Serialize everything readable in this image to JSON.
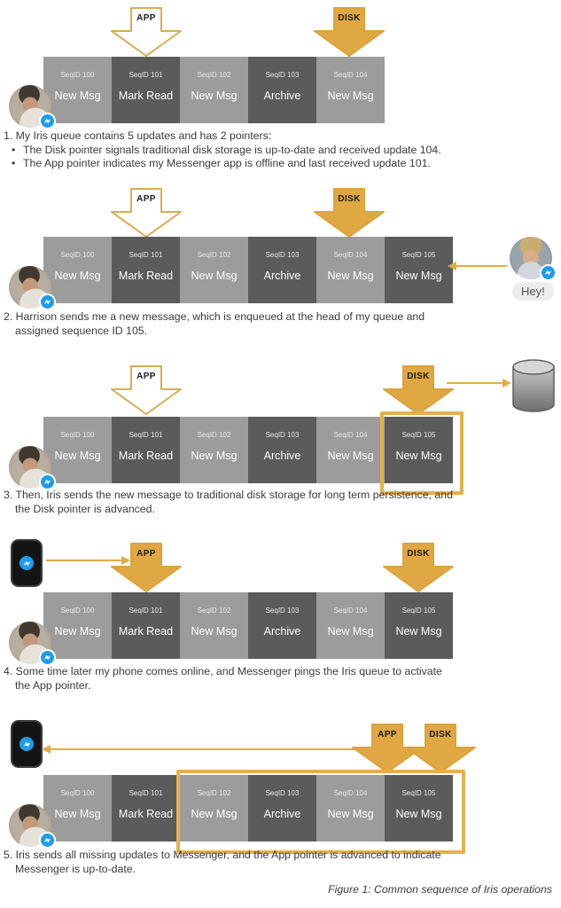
{
  "bullet_char": "•",
  "pointer_labels": {
    "app": "APP",
    "disk": "DISK"
  },
  "harrison": {
    "message": "Hey!"
  },
  "figure": {
    "caption": "Figure 1: Common sequence of Iris operations"
  },
  "colors": {
    "gold": "#DFA843",
    "highlight_gold": "#E3B14C",
    "cell_light": "#9C9C9C",
    "cell_dark": "#5B5B5B",
    "messenger_blue": "#1E9DEB"
  },
  "steps": [
    {
      "caption_heading": "1. My Iris queue contains 5 updates and has 2 pointers:",
      "bullets": [
        {
          "text": "The Disk pointer signals traditional disk storage is up-to-date and received update 104."
        },
        {
          "text": "The App pointer indicates my Messenger app is offline and last received update 101."
        }
      ],
      "cells": [
        {
          "seq": "SeqID 100",
          "action": "New Msg",
          "tone": "light"
        },
        {
          "seq": "SeqID 101",
          "action": "Mark Read",
          "tone": "dark"
        },
        {
          "seq": "SeqID 102",
          "action": "New Msg",
          "tone": "light"
        },
        {
          "seq": "SeqID 103",
          "action": "Archive",
          "tone": "dark"
        },
        {
          "seq": "SeqID 104",
          "action": "New Msg",
          "tone": "light"
        }
      ]
    },
    {
      "caption_lines": [
        "2. Harrison sends me a new message, which is enqueued at the head of my queue and",
        "assigned sequence ID 105."
      ],
      "cells": [
        {
          "seq": "SeqID 100",
          "action": "New Msg",
          "tone": "light"
        },
        {
          "seq": "SeqID 101",
          "action": "Mark Read",
          "tone": "dark"
        },
        {
          "seq": "SeqID 102",
          "action": "New Msg",
          "tone": "light"
        },
        {
          "seq": "SeqID 103",
          "action": "Archive",
          "tone": "dark"
        },
        {
          "seq": "SeqID 104",
          "action": "New Msg",
          "tone": "light"
        },
        {
          "seq": "SeqID 105",
          "action": "New Msg",
          "tone": "dark"
        }
      ]
    },
    {
      "caption_lines": [
        "3. Then, Iris sends the new message to traditional disk storage for long term persistence, and",
        "the Disk pointer is advanced."
      ],
      "cells": [
        {
          "seq": "SeqID 100",
          "action": "New Msg",
          "tone": "light"
        },
        {
          "seq": "SeqID 101",
          "action": "Mark Read",
          "tone": "dark"
        },
        {
          "seq": "SeqID 102",
          "action": "New Msg",
          "tone": "light"
        },
        {
          "seq": "SeqID 103",
          "action": "Archive",
          "tone": "dark"
        },
        {
          "seq": "SeqID 104",
          "action": "New Msg",
          "tone": "light"
        },
        {
          "seq": "SeqID 105",
          "action": "New Msg",
          "tone": "dark"
        }
      ]
    },
    {
      "caption_lines": [
        "4. Some time later my phone comes online, and Messenger pings the Iris queue to activate",
        "the App pointer."
      ],
      "cells": [
        {
          "seq": "SeqID 100",
          "action": "New Msg",
          "tone": "light"
        },
        {
          "seq": "SeqID 101",
          "action": "Mark Read",
          "tone": "dark"
        },
        {
          "seq": "SeqID 102",
          "action": "New Msg",
          "tone": "light"
        },
        {
          "seq": "SeqID 103",
          "action": "Archive",
          "tone": "dark"
        },
        {
          "seq": "SeqID 104",
          "action": "New Msg",
          "tone": "light"
        },
        {
          "seq": "SeqID 105",
          "action": "New Msg",
          "tone": "dark"
        }
      ]
    },
    {
      "caption_lines": [
        "5. Iris sends all missing updates to Messenger, and the App pointer is advanced to indicate",
        "Messenger is up-to-date."
      ],
      "cells": [
        {
          "seq": "SeqID 100",
          "action": "New Msg",
          "tone": "light"
        },
        {
          "seq": "SeqID 101",
          "action": "Mark Read",
          "tone": "dark"
        },
        {
          "seq": "SeqID 102",
          "action": "New Msg",
          "tone": "light"
        },
        {
          "seq": "SeqID 103",
          "action": "Archive",
          "tone": "dark"
        },
        {
          "seq": "SeqID 104",
          "action": "New Msg",
          "tone": "light"
        },
        {
          "seq": "SeqID 105",
          "action": "New Msg",
          "tone": "dark"
        }
      ]
    }
  ]
}
